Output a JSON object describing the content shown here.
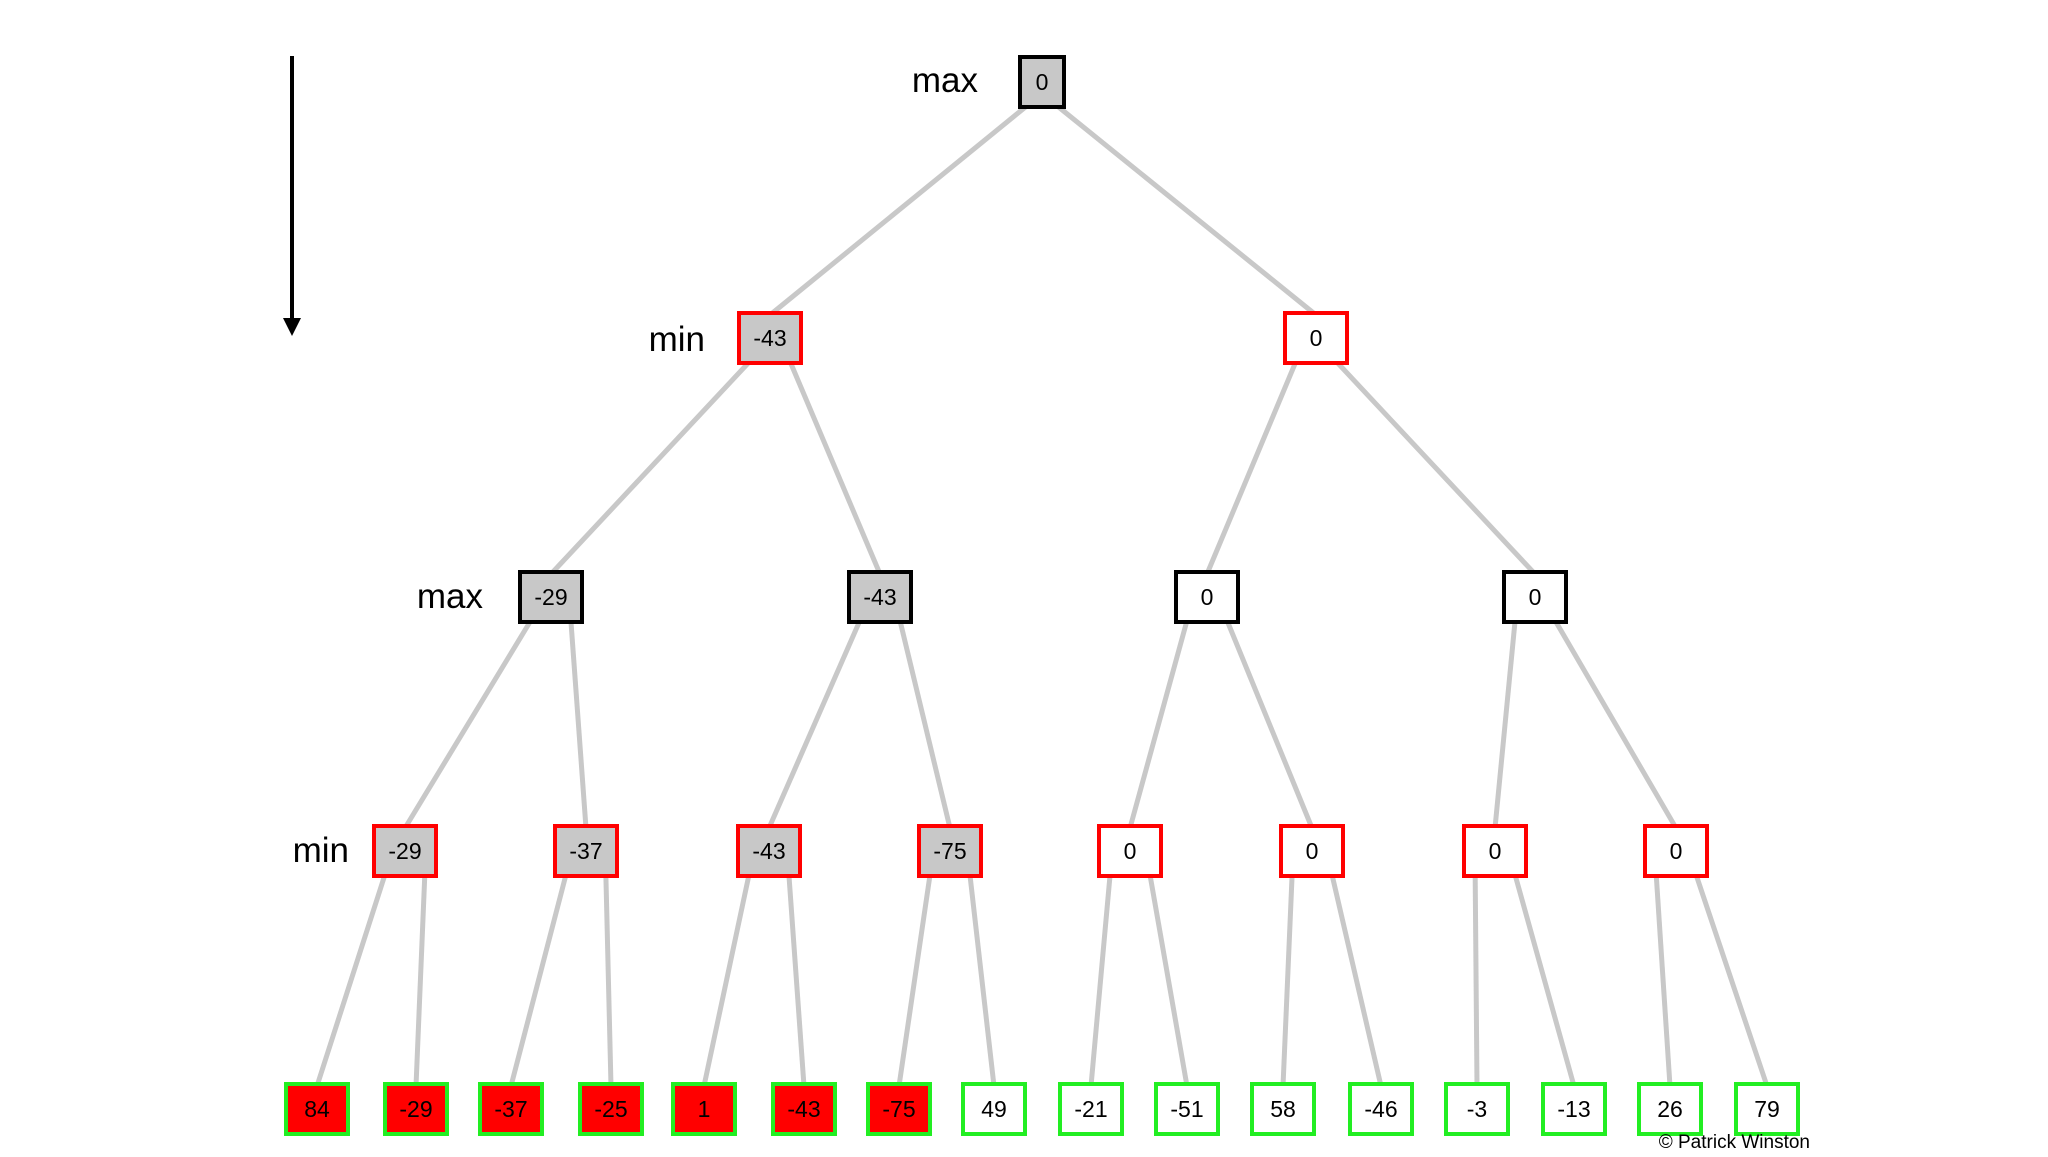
{
  "level_labels": [
    "max",
    "min",
    "max",
    "min"
  ],
  "copyright": "© Patrick Winston",
  "colors": {
    "edge": "#c8c8c8",
    "gray_fill": "#c8c8c8",
    "red": "#ff0000",
    "green": "#22ee22",
    "black": "#000000",
    "white": "#ffffff"
  },
  "tree": {
    "root": {
      "value": "0",
      "border": "black",
      "fill": "gray"
    },
    "level1": [
      {
        "value": "-43",
        "border": "red",
        "fill": "gray"
      },
      {
        "value": "0",
        "border": "red",
        "fill": "white"
      }
    ],
    "level2": [
      {
        "value": "-29",
        "border": "black",
        "fill": "gray"
      },
      {
        "value": "-43",
        "border": "black",
        "fill": "gray"
      },
      {
        "value": "0",
        "border": "black",
        "fill": "white"
      },
      {
        "value": "0",
        "border": "black",
        "fill": "white"
      }
    ],
    "level3": [
      {
        "value": "-29",
        "border": "red",
        "fill": "gray"
      },
      {
        "value": "-37",
        "border": "red",
        "fill": "gray"
      },
      {
        "value": "-43",
        "border": "red",
        "fill": "gray"
      },
      {
        "value": "-75",
        "border": "red",
        "fill": "gray"
      },
      {
        "value": "0",
        "border": "red",
        "fill": "white"
      },
      {
        "value": "0",
        "border": "red",
        "fill": "white"
      },
      {
        "value": "0",
        "border": "red",
        "fill": "white"
      },
      {
        "value": "0",
        "border": "red",
        "fill": "white"
      }
    ],
    "leaves": [
      {
        "value": "84",
        "border": "green",
        "fill": "red"
      },
      {
        "value": "-29",
        "border": "green",
        "fill": "red"
      },
      {
        "value": "-37",
        "border": "green",
        "fill": "red"
      },
      {
        "value": "-25",
        "border": "green",
        "fill": "red"
      },
      {
        "value": "1",
        "border": "green",
        "fill": "red"
      },
      {
        "value": "-43",
        "border": "green",
        "fill": "red"
      },
      {
        "value": "-75",
        "border": "green",
        "fill": "red"
      },
      {
        "value": "49",
        "border": "green",
        "fill": "white"
      },
      {
        "value": "-21",
        "border": "green",
        "fill": "white"
      },
      {
        "value": "-51",
        "border": "green",
        "fill": "white"
      },
      {
        "value": "58",
        "border": "green",
        "fill": "white"
      },
      {
        "value": "-46",
        "border": "green",
        "fill": "white"
      },
      {
        "value": "-3",
        "border": "green",
        "fill": "white"
      },
      {
        "value": "-13",
        "border": "green",
        "fill": "white"
      },
      {
        "value": "26",
        "border": "green",
        "fill": "white"
      },
      {
        "value": "79",
        "border": "green",
        "fill": "white"
      }
    ]
  }
}
